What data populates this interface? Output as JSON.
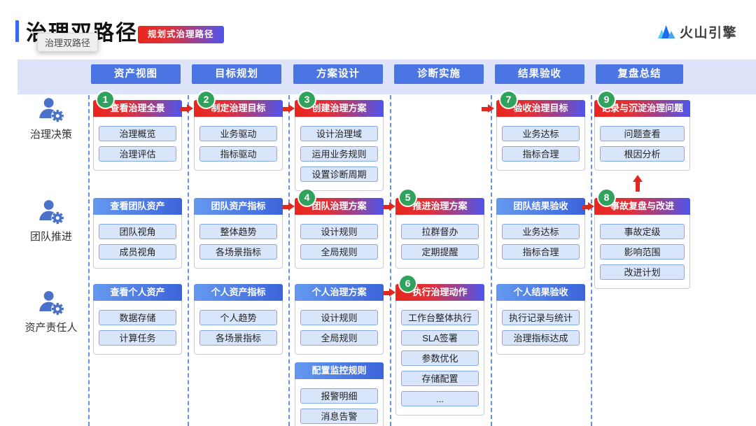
{
  "header": {
    "title": "治理双路径",
    "tooltip": "治理双路径",
    "badge": "规划式治理路径",
    "logo_text": "火山引擎",
    "logo_icon": "volcengine-mountain-icon"
  },
  "matrix": {
    "columns": [
      "资产视图",
      "目标规划",
      "方案设计",
      "诊断实施",
      "结果验收",
      "复盘总结"
    ],
    "roles": [
      {
        "name": "governance-decision",
        "label": "治理决策",
        "icon": "user-gear-icon"
      },
      {
        "name": "team-advance",
        "label": "团队推进",
        "icon": "user-gear-icon"
      },
      {
        "name": "asset-owner",
        "label": "资产责任人",
        "icon": "user-gear-icon"
      }
    ],
    "cards": [
      {
        "name": "view-governance-panorama",
        "col": 1,
        "row": 1,
        "number": "1",
        "style": "red",
        "title": "查看治理全景",
        "items": [
          "治理概览",
          "治理评估"
        ]
      },
      {
        "name": "set-governance-goals",
        "col": 2,
        "row": 1,
        "number": "2",
        "style": "red",
        "title": "制定治理目标",
        "items": [
          "业务驱动",
          "指标驱动"
        ]
      },
      {
        "name": "create-governance-plan",
        "col": 3,
        "row": 1,
        "number": "3",
        "style": "red",
        "title": "创建治理方案",
        "items": [
          "设计治理域",
          "运用业务规则",
          "设置诊断周期"
        ]
      },
      {
        "name": "accept-governance-goals",
        "col": 5,
        "row": 1,
        "number": "7",
        "style": "red",
        "title": "验收治理目标",
        "items": [
          "业务达标",
          "指标合理"
        ]
      },
      {
        "name": "record-governance-issues",
        "col": 6,
        "row": 1,
        "number": "9",
        "style": "red",
        "title": "记录与沉淀治理问题",
        "items": [
          "问题查看",
          "根因分析"
        ]
      },
      {
        "name": "view-team-assets",
        "col": 1,
        "row": 2,
        "style": "blue",
        "title": "查看团队资产",
        "items": [
          "团队视角",
          "成员视角"
        ]
      },
      {
        "name": "team-asset-metrics",
        "col": 2,
        "row": 2,
        "style": "blue",
        "title": "团队资产指标",
        "items": [
          "整体趋势",
          "各场景指标"
        ]
      },
      {
        "name": "team-governance-plan",
        "col": 3,
        "row": 2,
        "number": "4",
        "style": "red",
        "title": "团队治理方案",
        "items": [
          "设计规则",
          "全局规则"
        ]
      },
      {
        "name": "advance-governance-plan",
        "col": 4,
        "row": 2,
        "number": "5",
        "style": "red",
        "title": "推进治理方案",
        "items": [
          "拉群督办",
          "定期提醒"
        ]
      },
      {
        "name": "team-result-acceptance",
        "col": 5,
        "row": 2,
        "style": "blue",
        "title": "团队结果验收",
        "items": [
          "业务达标",
          "指标合理"
        ]
      },
      {
        "name": "incident-review-improvement",
        "col": 6,
        "row": 2,
        "number": "8",
        "style": "red",
        "title": "事故复盘与改进",
        "items": [
          "事故定级",
          "影响范围",
          "改进计划"
        ]
      },
      {
        "name": "view-personal-assets",
        "col": 1,
        "row": 3,
        "style": "blue",
        "title": "查看个人资产",
        "items": [
          "数据存储",
          "计算任务"
        ]
      },
      {
        "name": "personal-asset-metrics",
        "col": 2,
        "row": 3,
        "style": "blue",
        "title": "个人资产指标",
        "items": [
          "个人趋势",
          "各场景指标"
        ]
      },
      {
        "name": "personal-governance-plan",
        "col": 3,
        "row": 3,
        "style": "blue",
        "title": "个人治理方案",
        "items": [
          "设计规则",
          "全局规则"
        ]
      },
      {
        "name": "execute-governance-actions",
        "col": 4,
        "row": 3,
        "number": "6",
        "style": "red",
        "title": "执行治理动作",
        "items": [
          "工作台整体执行",
          "SLA签署",
          "参数优化",
          "存储配置",
          "..."
        ]
      },
      {
        "name": "personal-result-acceptance",
        "col": 5,
        "row": 3,
        "style": "blue",
        "title": "个人结果验收",
        "items": [
          "执行记录与统计",
          "治理指标达成"
        ]
      },
      {
        "name": "configure-monitoring-rules",
        "col": 3,
        "row": 4,
        "style": "blue",
        "title": "配置监控规则",
        "items": [
          "报警明细",
          "消息告警"
        ]
      }
    ]
  },
  "colors": {
    "accent": "#3b66f5",
    "red": "#e0281e",
    "chip": "#4a75e2",
    "band": "#dde3f8",
    "item_bg": "#d9e5fb",
    "item_border": "#85a9ea",
    "card_border": "#c6cbd6",
    "green": "#2fa35c",
    "dash": "#4f7ce8",
    "icon_blue": "#4a72c8",
    "grad_red_start": "#e8271e",
    "grad_red_mid": "#e03038",
    "grad_red_end": "#4e55ee",
    "grad_blue_start": "#6599f0",
    "grad_blue_end": "#3c64da",
    "logo_light": "#56cdf2",
    "logo_mid": "#47a5f5",
    "logo_dark": "#1d6cf2"
  }
}
